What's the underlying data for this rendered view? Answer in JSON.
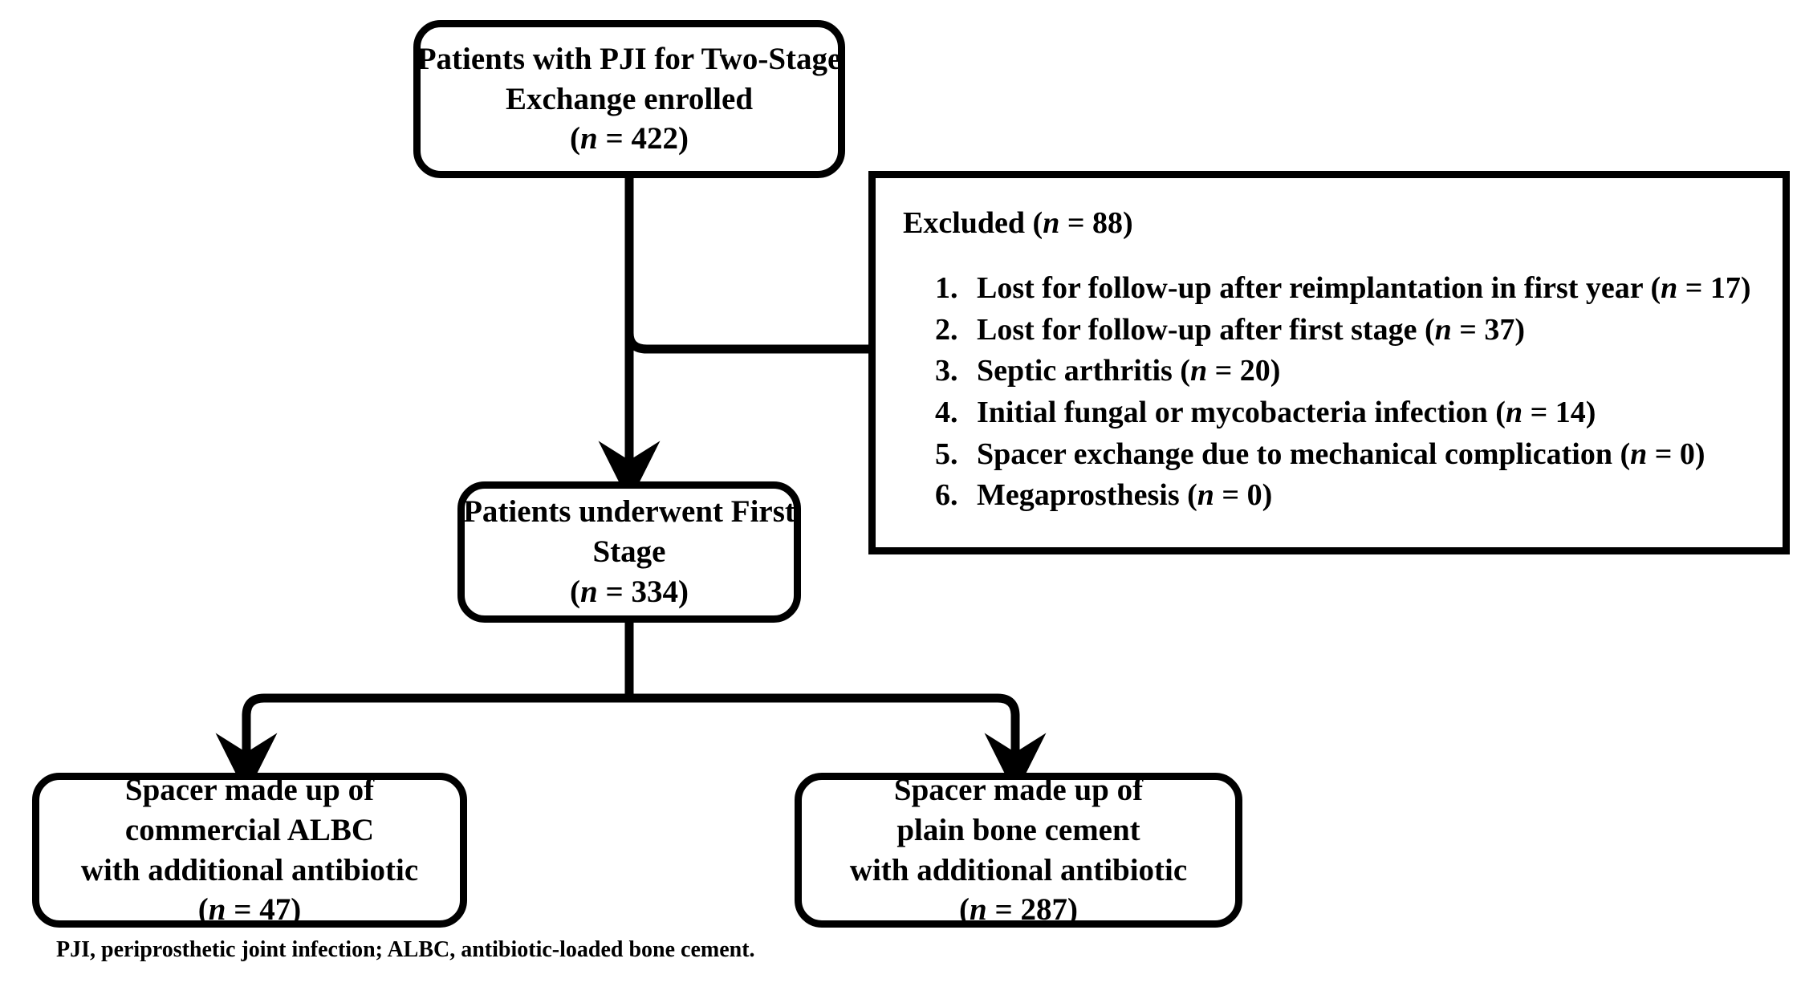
{
  "diagram": {
    "type": "flowchart",
    "title": "Two-Stage Exchange PJI patient selection flow",
    "colors": {
      "stroke": "#000000",
      "background": "#ffffff",
      "text": "#000000"
    }
  },
  "nodes": {
    "enrolled": {
      "line1": "Patients with PJI for Two-Stage",
      "line2": "Exchange enrolled",
      "count_prefix": "(",
      "count_italic": "n",
      "count_suffix": " = 422)",
      "n": 422
    },
    "first_stage": {
      "line1": "Patients underwent First",
      "line2": "Stage",
      "count_prefix": "(",
      "count_italic": "n",
      "count_suffix": " = 334)",
      "n": 334
    },
    "spacer_albc": {
      "line1": "Spacer made up of",
      "line2": "commercial ALBC",
      "line3": "with additional antibiotic",
      "count_prefix": "(",
      "count_italic": "n",
      "count_suffix": " = 47)",
      "n": 47
    },
    "spacer_plain": {
      "line1": "Spacer made up of",
      "line2": "plain bone cement",
      "line3": "with additional antibiotic",
      "count_prefix": "(",
      "count_italic": "n",
      "count_suffix": " = 287)",
      "n": 287
    },
    "excluded": {
      "title_prefix": "Excluded (",
      "title_italic": "n",
      "title_suffix": " = 88)",
      "n": 88,
      "items": [
        {
          "text": "Lost for follow-up after reimplantation in first year (",
          "italic": "n",
          "suffix": " = 17)",
          "n": 17
        },
        {
          "text": "Lost for follow-up after first stage (",
          "italic": "n",
          "suffix": " = 37)",
          "n": 37
        },
        {
          "text": "Septic arthritis (",
          "italic": "n",
          "suffix": " = 20)",
          "n": 20
        },
        {
          "text": "Initial fungal or mycobacteria infection (",
          "italic": "n",
          "suffix": " = 14)",
          "n": 14
        },
        {
          "text": "Spacer exchange due to mechanical complication (",
          "italic": "n",
          "suffix": " = 0)",
          "n": 0
        },
        {
          "text": "Megaprosthesis (",
          "italic": "n",
          "suffix": " = 0)",
          "n": 0
        }
      ]
    }
  },
  "footnote": {
    "text": "PJI, periprosthetic joint infection; ALBC, antibiotic-loaded bone cement."
  }
}
